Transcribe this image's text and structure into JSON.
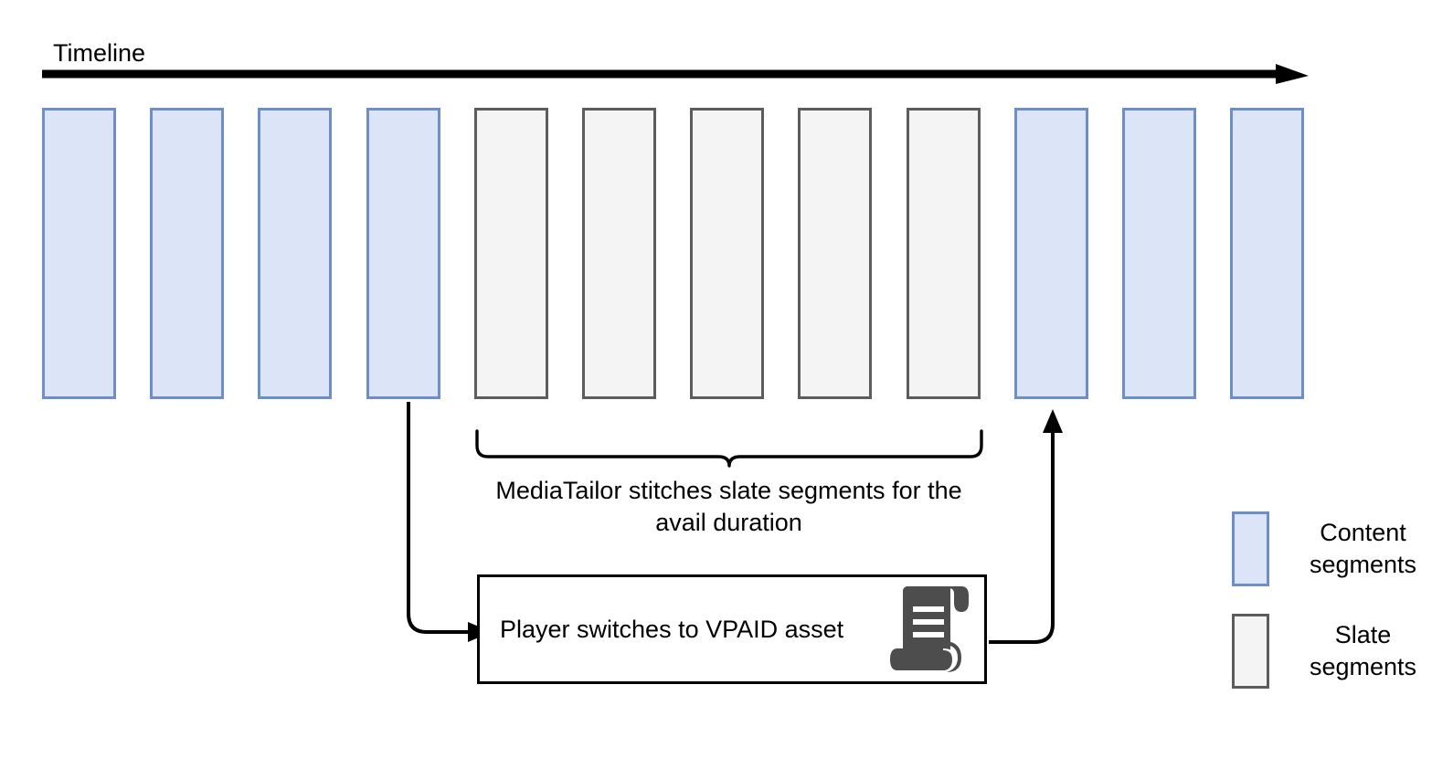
{
  "diagram": {
    "timeline": {
      "label": "Timeline",
      "axis_icon": "right-arrow-icon"
    },
    "segments": [
      {
        "type": "content",
        "name": "content-segment-1"
      },
      {
        "type": "content",
        "name": "content-segment-2"
      },
      {
        "type": "content",
        "name": "content-segment-3"
      },
      {
        "type": "content",
        "name": "content-segment-4"
      },
      {
        "type": "slate",
        "name": "slate-segment-1"
      },
      {
        "type": "slate",
        "name": "slate-segment-2"
      },
      {
        "type": "slate",
        "name": "slate-segment-3"
      },
      {
        "type": "slate",
        "name": "slate-segment-4"
      },
      {
        "type": "slate",
        "name": "slate-segment-5"
      },
      {
        "type": "content",
        "name": "content-segment-5"
      },
      {
        "type": "content",
        "name": "content-segment-6"
      },
      {
        "type": "content",
        "name": "content-segment-7"
      }
    ],
    "brace_caption": "MediaTailor stitches slate segments for the avail duration",
    "callout": {
      "text": "Player switches to VPAID asset",
      "icon": "scroll-document-icon"
    },
    "arrows": {
      "left_name": "arrow-content-to-callout",
      "right_name": "arrow-callout-to-content"
    },
    "legend": [
      {
        "label": "Content segments",
        "type": "content"
      },
      {
        "label": "Slate segments",
        "type": "slate"
      }
    ],
    "colors": {
      "content_fill": "#dce5f7",
      "content_border": "#6f8fc4",
      "slate_fill": "#f4f4f4",
      "slate_border": "#5c5c5c",
      "line": "#000000",
      "icon": "#4d4d4d"
    }
  }
}
